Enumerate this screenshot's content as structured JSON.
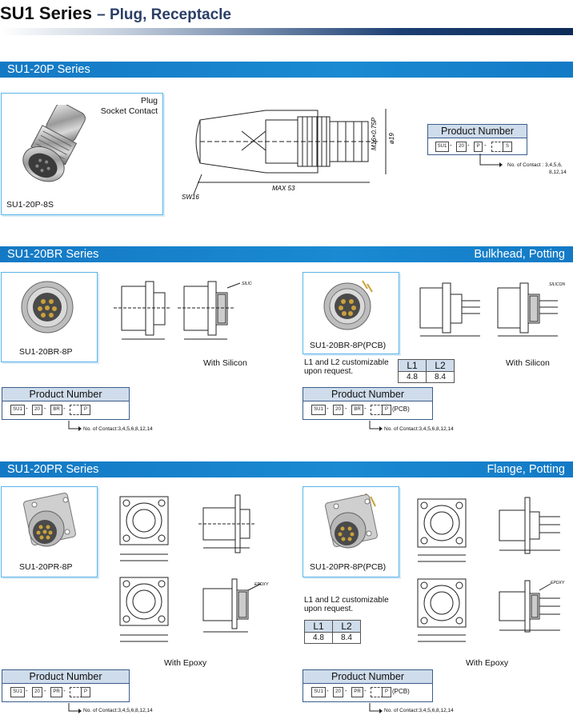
{
  "header": {
    "title": "SU1 Series",
    "subtitle": "– Plug, Receptacle"
  },
  "sections": {
    "p": {
      "title": "SU1-20P Series",
      "right": ""
    },
    "br": {
      "title": "SU1-20BR Series",
      "right": "Bulkhead, Potting"
    },
    "pr": {
      "title": "SU1-20PR Series",
      "right": "Flange, Potting"
    }
  },
  "su20p": {
    "label_plug": "Plug",
    "label_socket": "Socket Contact",
    "model": "SU1-20P-8S",
    "dim_thread": "M16×0.75P",
    "dim_dia": "ø19",
    "dim_max": "MAX 53",
    "dim_sw": "SW16",
    "pn_title": "Product Number",
    "pn_cells": [
      "SU1",
      "20",
      "P",
      "",
      "S"
    ],
    "pn_note": "No. of Contact : 3,4,5,6,",
    "pn_note2": "8,12,14"
  },
  "br_left": {
    "model": "SU1-20BR-8P",
    "with_silicon": "With Silicon",
    "dim_silicon": "SILICON",
    "pn_title": "Product Number",
    "pn_cells": [
      "SU1",
      "20",
      "BR",
      "",
      "P"
    ],
    "pn_note": "No. of Contact:3,4,5,6,8,12,14"
  },
  "br_right": {
    "model": "SU1-20BR-8P(PCB)",
    "with_silicon": "With Silicon",
    "dim_silicon": "SILICON",
    "customize_line1": "L1 and L2 customizable",
    "customize_line2": "upon request.",
    "table_headers": [
      "L1",
      "L2"
    ],
    "table_values": [
      "4.8",
      "8.4"
    ],
    "pn_title": "Product Number",
    "pn_cells": [
      "SU1",
      "20",
      "BR",
      "",
      "P"
    ],
    "pn_suffix": "(PCB)",
    "pn_note": "No. of Contact:3,4,5,6,8,12,14"
  },
  "pr_left": {
    "model": "SU1-20PR-8P",
    "with_epoxy": "With Epoxy",
    "dim_epoxy": "EPOXY",
    "pn_title": "Product Number",
    "pn_cells": [
      "SU1",
      "20",
      "PR",
      "",
      "P"
    ],
    "pn_note": "No. of Contact:3,4,5,6,8,12,14"
  },
  "pr_right": {
    "model": "SU1-20PR-8P(PCB)",
    "with_epoxy": "With Epoxy",
    "dim_epoxy": "EPOXY",
    "customize_line1": "L1 and L2 customizable",
    "customize_line2": "upon request.",
    "table_headers": [
      "L1",
      "L2"
    ],
    "table_values": [
      "4.8",
      "8.4"
    ],
    "pn_title": "Product Number",
    "pn_cells": [
      "SU1",
      "20",
      "PR",
      "",
      "P"
    ],
    "pn_suffix": "(PCB)",
    "pn_note": "No. of Contact:3,4,5,6,8,12,14"
  }
}
